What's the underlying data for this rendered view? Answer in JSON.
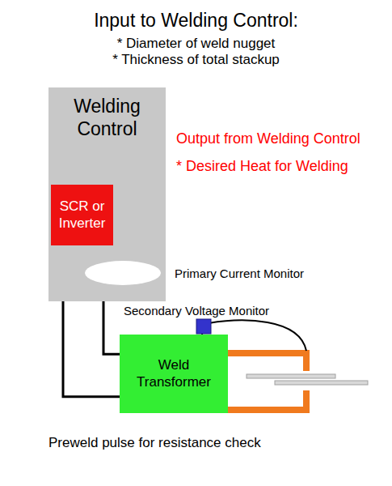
{
  "diagram": {
    "title": "Input to Welding Control:",
    "nodes": [
      {
        "text": [
          "Welding Control"
        ]
      },
      {
        "text": [
          "SCR or Inverter"
        ],
        "in": 0
      },
      {
        "text": [
          "Weld Transformer"
        ]
      }
    ],
    "edges": [
      {
        "from": 1,
        "to": 2,
        "arrow": "none"
      },
      {
        "from": 1,
        "to": 2,
        "arrow": "none"
      }
    ],
    "labels": [
      "* Diameter of weld nugget",
      "* Thickness of total stackup",
      "Output from Welding Control",
      "* Desired Heat for Welding",
      "Primary Current Monitor",
      "Secondary Voltage Monitor",
      "Preweld pulse for resistance check"
    ]
  }
}
